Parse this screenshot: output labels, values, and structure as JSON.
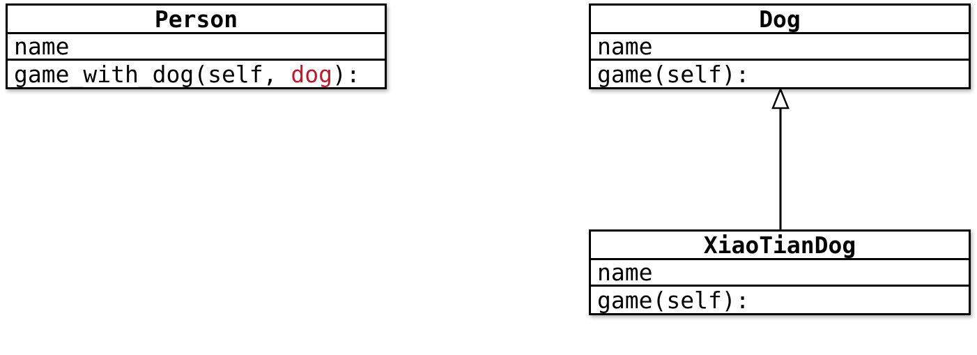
{
  "colors": {
    "text": "#000000",
    "border": "#000000",
    "background": "#ffffff",
    "param_highlight": "#bb1b2d"
  },
  "classes": {
    "person": {
      "title": "Person",
      "attribute": "name",
      "method_prefix": "game_with_dog(self, ",
      "method_param": "dog",
      "method_suffix": "):"
    },
    "dog": {
      "title": "Dog",
      "attribute": "name",
      "method": "game(self):"
    },
    "xiaotiandog": {
      "title": "XiaoTianDog",
      "attribute": "name",
      "method": "game(self):"
    }
  },
  "relationship": {
    "type": "inheritance",
    "from": "XiaoTianDog",
    "to": "Dog"
  }
}
